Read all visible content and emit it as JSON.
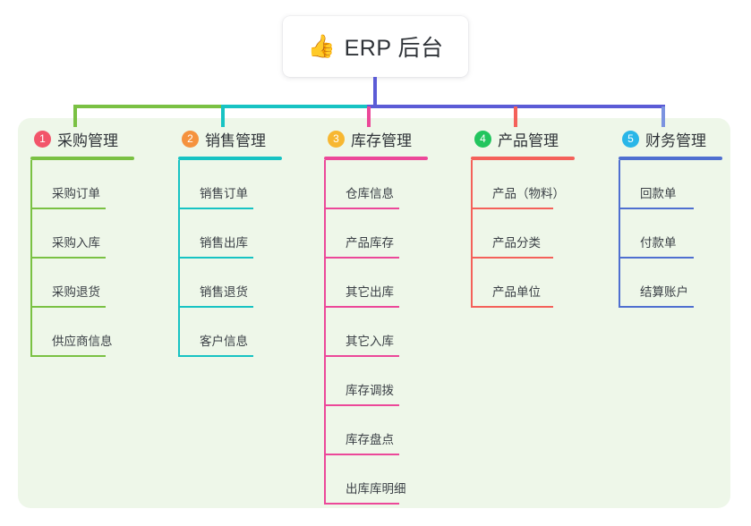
{
  "title": {
    "emoji": "👍",
    "emoji_name": "thumbs-up-icon",
    "text": "ERP 后台"
  },
  "theme": {
    "page_background": "#ffffff",
    "panel_background": "#eef7e9",
    "card_background": "#ffffff",
    "text_color": "#2f3338",
    "trunk_color": "#5b5bd6"
  },
  "columns": [
    {
      "number": "1",
      "label": "采购管理",
      "badge_color": "#f2556a",
      "line_color": "#7ac143",
      "rule_width": 116,
      "item_rule_width": 84,
      "connector_color": "#7ac143",
      "items": [
        {
          "label": "采购订单"
        },
        {
          "label": "采购入库"
        },
        {
          "label": "采购退货"
        },
        {
          "label": "供应商信息"
        }
      ]
    },
    {
      "number": "2",
      "label": "销售管理",
      "badge_color": "#f5923e",
      "line_color": "#17c3c3",
      "rule_width": 116,
      "item_rule_width": 84,
      "connector_color": "#17c3c3",
      "items": [
        {
          "label": "销售订单"
        },
        {
          "label": "销售出库"
        },
        {
          "label": "销售退货"
        },
        {
          "label": "客户信息"
        }
      ]
    },
    {
      "number": "3",
      "label": "库存管理",
      "badge_color": "#f7b731",
      "line_color": "#ec4899",
      "rule_width": 116,
      "item_rule_width": 84,
      "connector_color": "#ec4899",
      "items": [
        {
          "label": "仓库信息"
        },
        {
          "label": "产品库存"
        },
        {
          "label": "其它出库"
        },
        {
          "label": "其它入库"
        },
        {
          "label": "库存调拨"
        },
        {
          "label": "库存盘点"
        },
        {
          "label": "出库库明细"
        }
      ]
    },
    {
      "number": "4",
      "label": "产品管理",
      "badge_color": "#22c55e",
      "line_color": "#f4615a",
      "rule_width": 116,
      "item_rule_width": 92,
      "connector_color": "#f4615a",
      "items": [
        {
          "label": "产品（物料）"
        },
        {
          "label": "产品分类"
        },
        {
          "label": "产品单位"
        }
      ]
    },
    {
      "number": "5",
      "label": "财务管理",
      "badge_color": "#29b6e8",
      "line_color": "#4f6fd0",
      "rule_width": 116,
      "item_rule_width": 84,
      "connector_color": "#7b93e0",
      "items": [
        {
          "label": "回款单"
        },
        {
          "label": "付款单"
        },
        {
          "label": "结算账户"
        }
      ]
    }
  ]
}
